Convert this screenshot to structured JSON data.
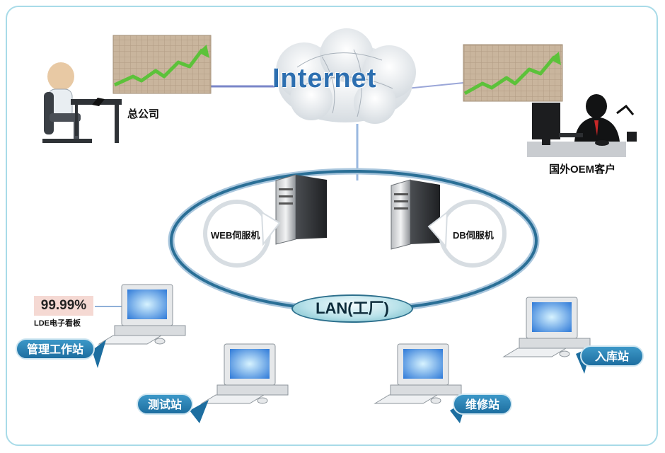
{
  "internet_label": "Internet",
  "lan_label": "LAN(工厂)",
  "head_office_label": "总公司",
  "oem_customer_label": "国外OEM客户",
  "web_server_label": "WEB伺服机",
  "db_server_label": "DB伺服机",
  "led_display": {
    "value": "99.99%",
    "caption": "LDE电子看板"
  },
  "stations": {
    "management": "管理工作站",
    "test": "测试站",
    "repair": "维修站",
    "warehouse": "入库站"
  },
  "icons": [
    "cloud-icon",
    "chart-icon",
    "person-at-desk-icon",
    "server-icon",
    "computer-icon"
  ],
  "colors": {
    "frame": "#a8dbe8",
    "accent": "#2d6fb0",
    "badge": "#1d6ea0",
    "chart_line": "#5cc23a",
    "ring": "#2a6f96"
  }
}
